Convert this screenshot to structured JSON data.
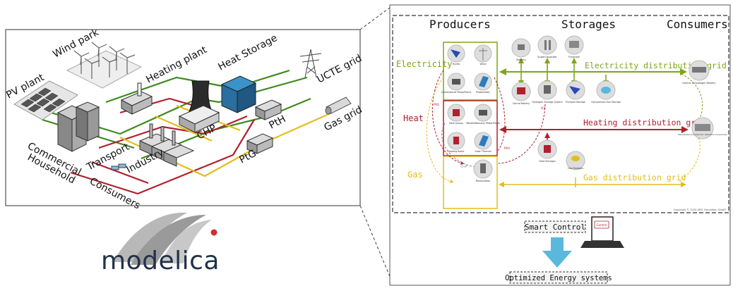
{
  "left_panel": {
    "labels": {
      "wind_park": "Wind park",
      "pv_plant": "PV plant",
      "heating_plant": "Heating plant",
      "heat_storage": "Heat Storage",
      "ucte_grid": "UCTE grid",
      "chp": "CHP",
      "pth": "PtH",
      "gas_grid": "Gas grid",
      "commercial": "Commercial",
      "household": "Household",
      "transport": "Transport",
      "industry": "Industry",
      "ptg": "PtG",
      "consumers": "Consumers"
    }
  },
  "logo": {
    "text": "modelica"
  },
  "right_panel": {
    "headers": {
      "producers": "Producers",
      "storages": "Storages",
      "consumers": "Consumers"
    },
    "sectors": {
      "electricity": "Electricity",
      "heat": "Heat",
      "gas": "Gas"
    },
    "grids": {
      "electricity": "Electricity distribution grid",
      "heating": "Heating distribution grid",
      "gas": "Gas distribution  grid"
    },
    "nodes": {
      "battery": "Battery",
      "supercapacitor": "SuperCapacitor",
      "flywheel": "Flywheel",
      "hydro": "Hydro",
      "wind": "Wind",
      "conventional": "Conventional PowerPlants",
      "photovoltaic": "Photovoltaic",
      "carnot_battery": "Carnot Battery",
      "hydrogen_storage": "Hydrogen Storage System",
      "pumped_storage": "Pumped Storage",
      "compressed_gas": "Compressed Gas Storage",
      "mobility": "Electric & Hydrogen Mobility",
      "heat_pumps": "Heat pumps",
      "waste_biomass": "Waste&Biomass PowerPlants",
      "heating_boiler": "Heating Boiler",
      "solar_thermal": "Solar Thermal",
      "heat_storages": "Heat Storages",
      "gas_storages": "Gas Storages",
      "methanation": "Methanation",
      "residential": "Residential,Commercial, Industrial Consumers"
    },
    "small_labels": {
      "ptg": "PtG",
      "pth": "PtH",
      "chp": "CHP",
      "h2": "H2"
    },
    "copyright": "Copyright © 2020 XRG Simulation GmbH"
  },
  "bottom": {
    "smart_control": "Smart Control",
    "control_screen": "Control",
    "optimized": "Optimized Energy systems"
  },
  "colors": {
    "electricity": "#7da616",
    "heat": "#b0202e",
    "gas": "#e3bd1c",
    "smart_arrow": "#5ab8dd"
  }
}
